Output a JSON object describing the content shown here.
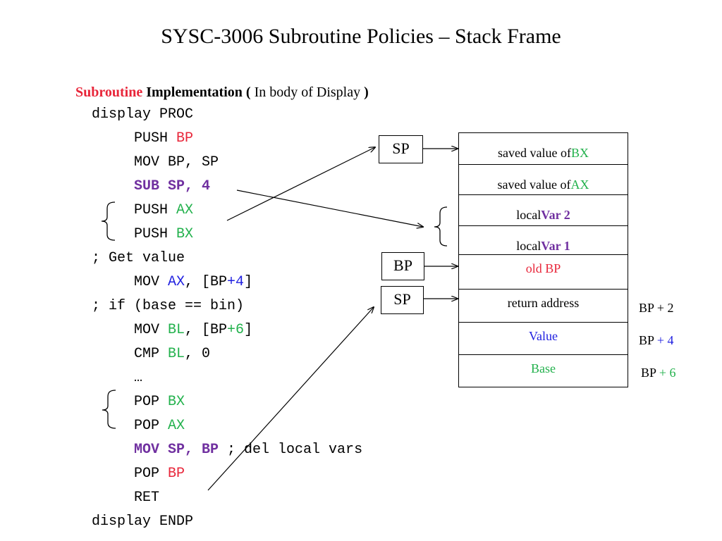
{
  "title": "SYSC-3006 Subroutine Policies – Stack Frame",
  "heading": {
    "part1": "Subroutine",
    "part2": "Implementation",
    "part3": "(",
    "part4": "In body of Display",
    "part5": ")"
  },
  "code": {
    "l1": "display PROC",
    "l2_op": "PUSH ",
    "l2_arg": "BP",
    "l3": "MOV BP, SP",
    "l4": "SUB SP, 4",
    "l5_op": "PUSH ",
    "l5_arg": "AX",
    "l6_op": "PUSH ",
    "l6_arg": "BX",
    "l7": "; Get value",
    "l8_op": "MOV ",
    "l8_reg": "AX",
    "l8_mid": ", [BP",
    "l8_off": "+4",
    "l8_end": "]",
    "l9": "; if (base == bin)",
    "l10_op": "MOV ",
    "l10_reg": "BL",
    "l10_mid": ", [BP",
    "l10_off": "+6",
    "l10_end": "]",
    "l11_op": "CMP ",
    "l11_reg": "BL",
    "l11_end": ", 0",
    "l12": "…",
    "l13_op": "POP ",
    "l13_arg": "BX",
    "l14_op": "POP ",
    "l14_arg": "AX",
    "l15_instr": "MOV SP, BP",
    "l15_comment": " ; del local vars",
    "l16_op": "POP ",
    "l16_arg": "BP",
    "l17": "RET",
    "l18": "display ENDP"
  },
  "stack": {
    "c1_a": "saved value of ",
    "c1_b": "BX",
    "c2_a": "saved value of ",
    "c2_b": "AX",
    "c3_a": "local ",
    "c3_b": "Var 2",
    "c4_a": "local ",
    "c4_b": "Var 1",
    "c5": "old BP",
    "c6": "return address",
    "c7": "Value",
    "c8": "Base"
  },
  "pointers": {
    "sp_top": "SP",
    "bp": "BP",
    "sp_bottom": "SP"
  },
  "offsets": {
    "o1": "BP + 2",
    "o2_a": "BP ",
    "o2_b": "+ 4",
    "o3_a": "BP ",
    "o3_b": "+ 6"
  },
  "colors": {
    "red": "#e8263a",
    "green": "#22b14c",
    "blue": "#2020e0",
    "purple": "#7030a0"
  }
}
